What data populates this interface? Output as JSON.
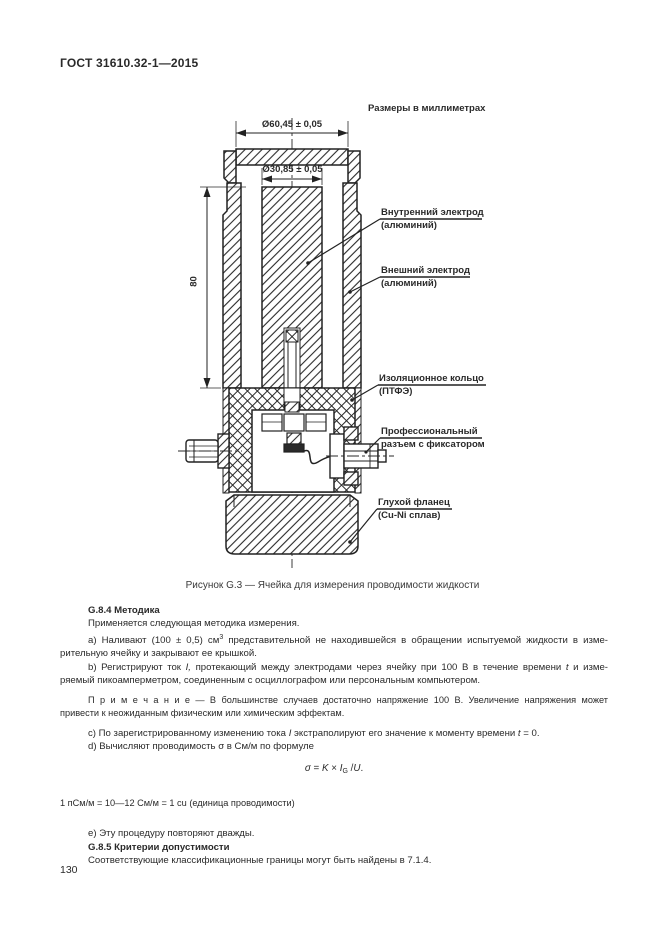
{
  "page": {
    "header_code": "ГОСТ 31610.32-1—2015",
    "page_number": "130"
  },
  "figure": {
    "units_label": "Размеры в миллиметрах",
    "dims": {
      "outer_diameter": "Ø60,45 ± 0,05",
      "inner_diameter": "Ø30,85 ± 0,05",
      "height": "80"
    },
    "callouts": {
      "inner_electrode": {
        "line1": "Внутренний электрод",
        "line2": "(алюминий)"
      },
      "outer_electrode": {
        "line1": "Внешний электрод",
        "line2": "(алюминий)"
      },
      "insulation_ring": {
        "line1": "Изоляционное кольцо",
        "line2": "(ПТФЭ)"
      },
      "connector": {
        "line1": "Профессиональный",
        "line2": "разъем с фиксатором"
      },
      "blind_flange": {
        "line1": "Глухой фланец",
        "line2": "(Cu-Ni сплав)"
      }
    },
    "caption": "Рисунок G.3 — Ячейка для измерения проводимости жидкости"
  },
  "content": {
    "s84_title": "G.8.4 Методика",
    "intro": "Применяется следующая методика измерения.",
    "a1": "a) Наливают (100 ± 0,5) см",
    "a_sup": "3",
    "a2": "представительной не находившейся в обращении испытуемой жидкости в изме-",
    "a3": "рительную ячейку и закрывают ее крышкой.",
    "b1": "b) Регистрируют ток",
    "b_i": "I,",
    "b2": "протекающий между электродами через ячейку при 100 В в течение времени",
    "b_t": "t",
    "b3": "и изме-",
    "b4": "ряемый пикоамперметром, соединенным с осциллографом или персональным компьютером.",
    "note1": "П р и м е ч а н и е — В большинстве случаев достаточно напряжение 100 В. Увеличение напряжения может",
    "note2": "привести к неожиданным физическим или химическим эффектам.",
    "c1": "c) По зарегистрированному изменению тока",
    "c_i": "I",
    "c2": "экстраполируют его значение к моменту времени",
    "c_t": "t",
    "c3": "= 0.",
    "d1": "d) Вычисляют проводимость σ в См/м по формуле",
    "f_sigma": "σ",
    "f_eq": "=",
    "f_k": "K",
    "f_times": "×",
    "f_i": "I",
    "f_sub": "G",
    "f_slash": "/",
    "f_u": "U",
    "f_dot": ".",
    "conversion": "1 пСм/м = 10—12 См/м = 1 cu (единица проводимости)",
    "e1": "e) Эту процедуру повторяют дважды.",
    "s85_title": "G.8.5 Критерии допустимости",
    "s85_body": "Соответствующие классификационные границы могут быть найдены в 7.1.4."
  }
}
